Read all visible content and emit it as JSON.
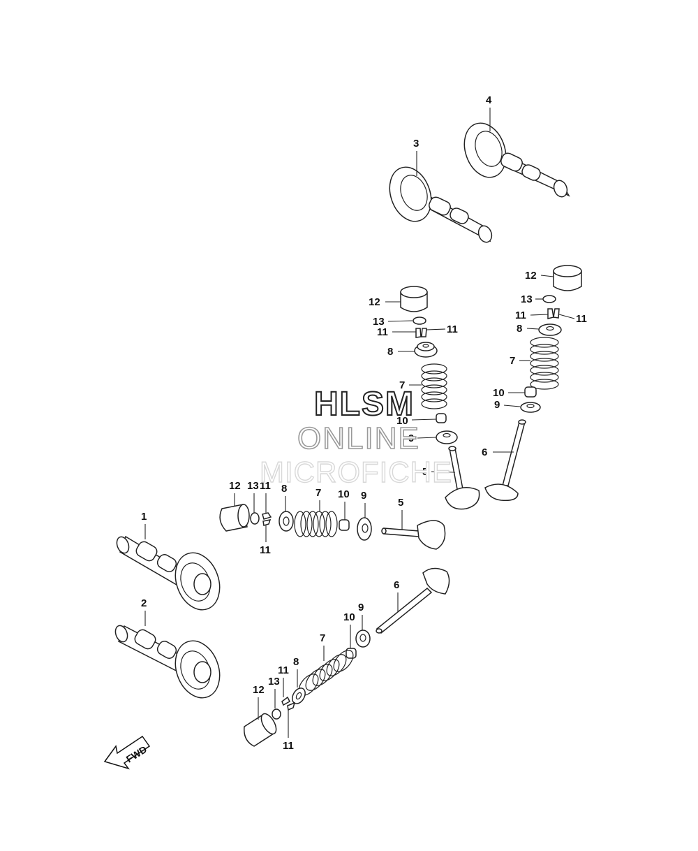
{
  "callouts": {
    "c1": "1",
    "c2": "2",
    "c3": "3",
    "c4": "4",
    "c5a": "5",
    "c5b": "5",
    "c6a": "6",
    "c6b": "6",
    "c7a": "7",
    "c7b": "7",
    "c7c": "7",
    "c7d": "7",
    "c8a": "8",
    "c8b": "8",
    "c8c": "8",
    "c8d": "8",
    "c9a": "9",
    "c9b": "9",
    "c9c": "9",
    "c9d": "9",
    "c10a": "10",
    "c10b": "10",
    "c10c": "10",
    "c10d": "10",
    "c11a": "11",
    "c11b": "11",
    "c11c": "11",
    "c11d": "11",
    "c11e": "11",
    "c11f": "11",
    "c11g": "11",
    "c11h": "11",
    "c12a": "12",
    "c12b": "12",
    "c12c": "12",
    "c12d": "12",
    "c13a": "13",
    "c13b": "13",
    "c13c": "13",
    "c13d": "13"
  },
  "watermark": {
    "line1": "HLSM",
    "line2": "ONLINE",
    "line3": "MICROFICHE"
  },
  "fwd_label": "FWD"
}
